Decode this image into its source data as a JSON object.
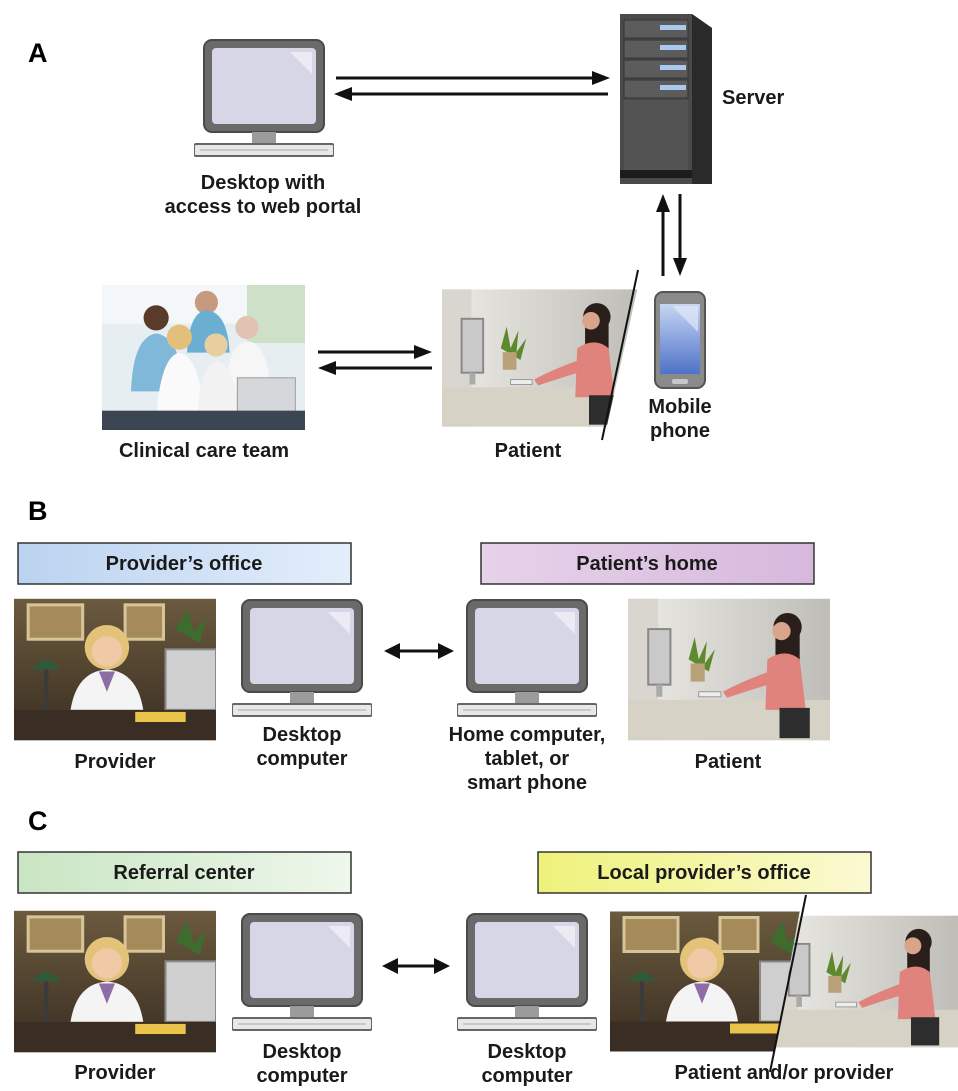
{
  "panel_a": {
    "letter": "A",
    "desktop_label_line1": "Desktop with",
    "desktop_label_line2": "access to web portal",
    "server_label": "Server",
    "mobile_label_line1": "Mobile",
    "mobile_label_line2": "phone",
    "care_team_label": "Clinical care team",
    "patient_label": "Patient"
  },
  "panel_b": {
    "letter": "B",
    "banner_left": "Provider’s office",
    "banner_right": "Patient’s home",
    "provider_label": "Provider",
    "desktop_label_line1": "Desktop",
    "desktop_label_line2": "computer",
    "home_label_line1": "Home computer,",
    "home_label_line2": "tablet, or",
    "home_label_line3": "smart phone",
    "patient_label": "Patient"
  },
  "panel_c": {
    "letter": "C",
    "banner_left": "Referral center",
    "banner_right": "Local provider’s office",
    "provider_label": "Provider",
    "desktop_left_line1": "Desktop",
    "desktop_left_line2": "computer",
    "desktop_right_line1": "Desktop",
    "desktop_right_line2": "computer",
    "combined_label": "Patient and/or provider"
  },
  "colors": {
    "banner_blue": "#c9dcf3",
    "banner_purple": "#e6cde8",
    "banner_green": "#d9ecd4",
    "banner_yellow": "#f5f3a6",
    "screen": "#d6d6e6"
  }
}
